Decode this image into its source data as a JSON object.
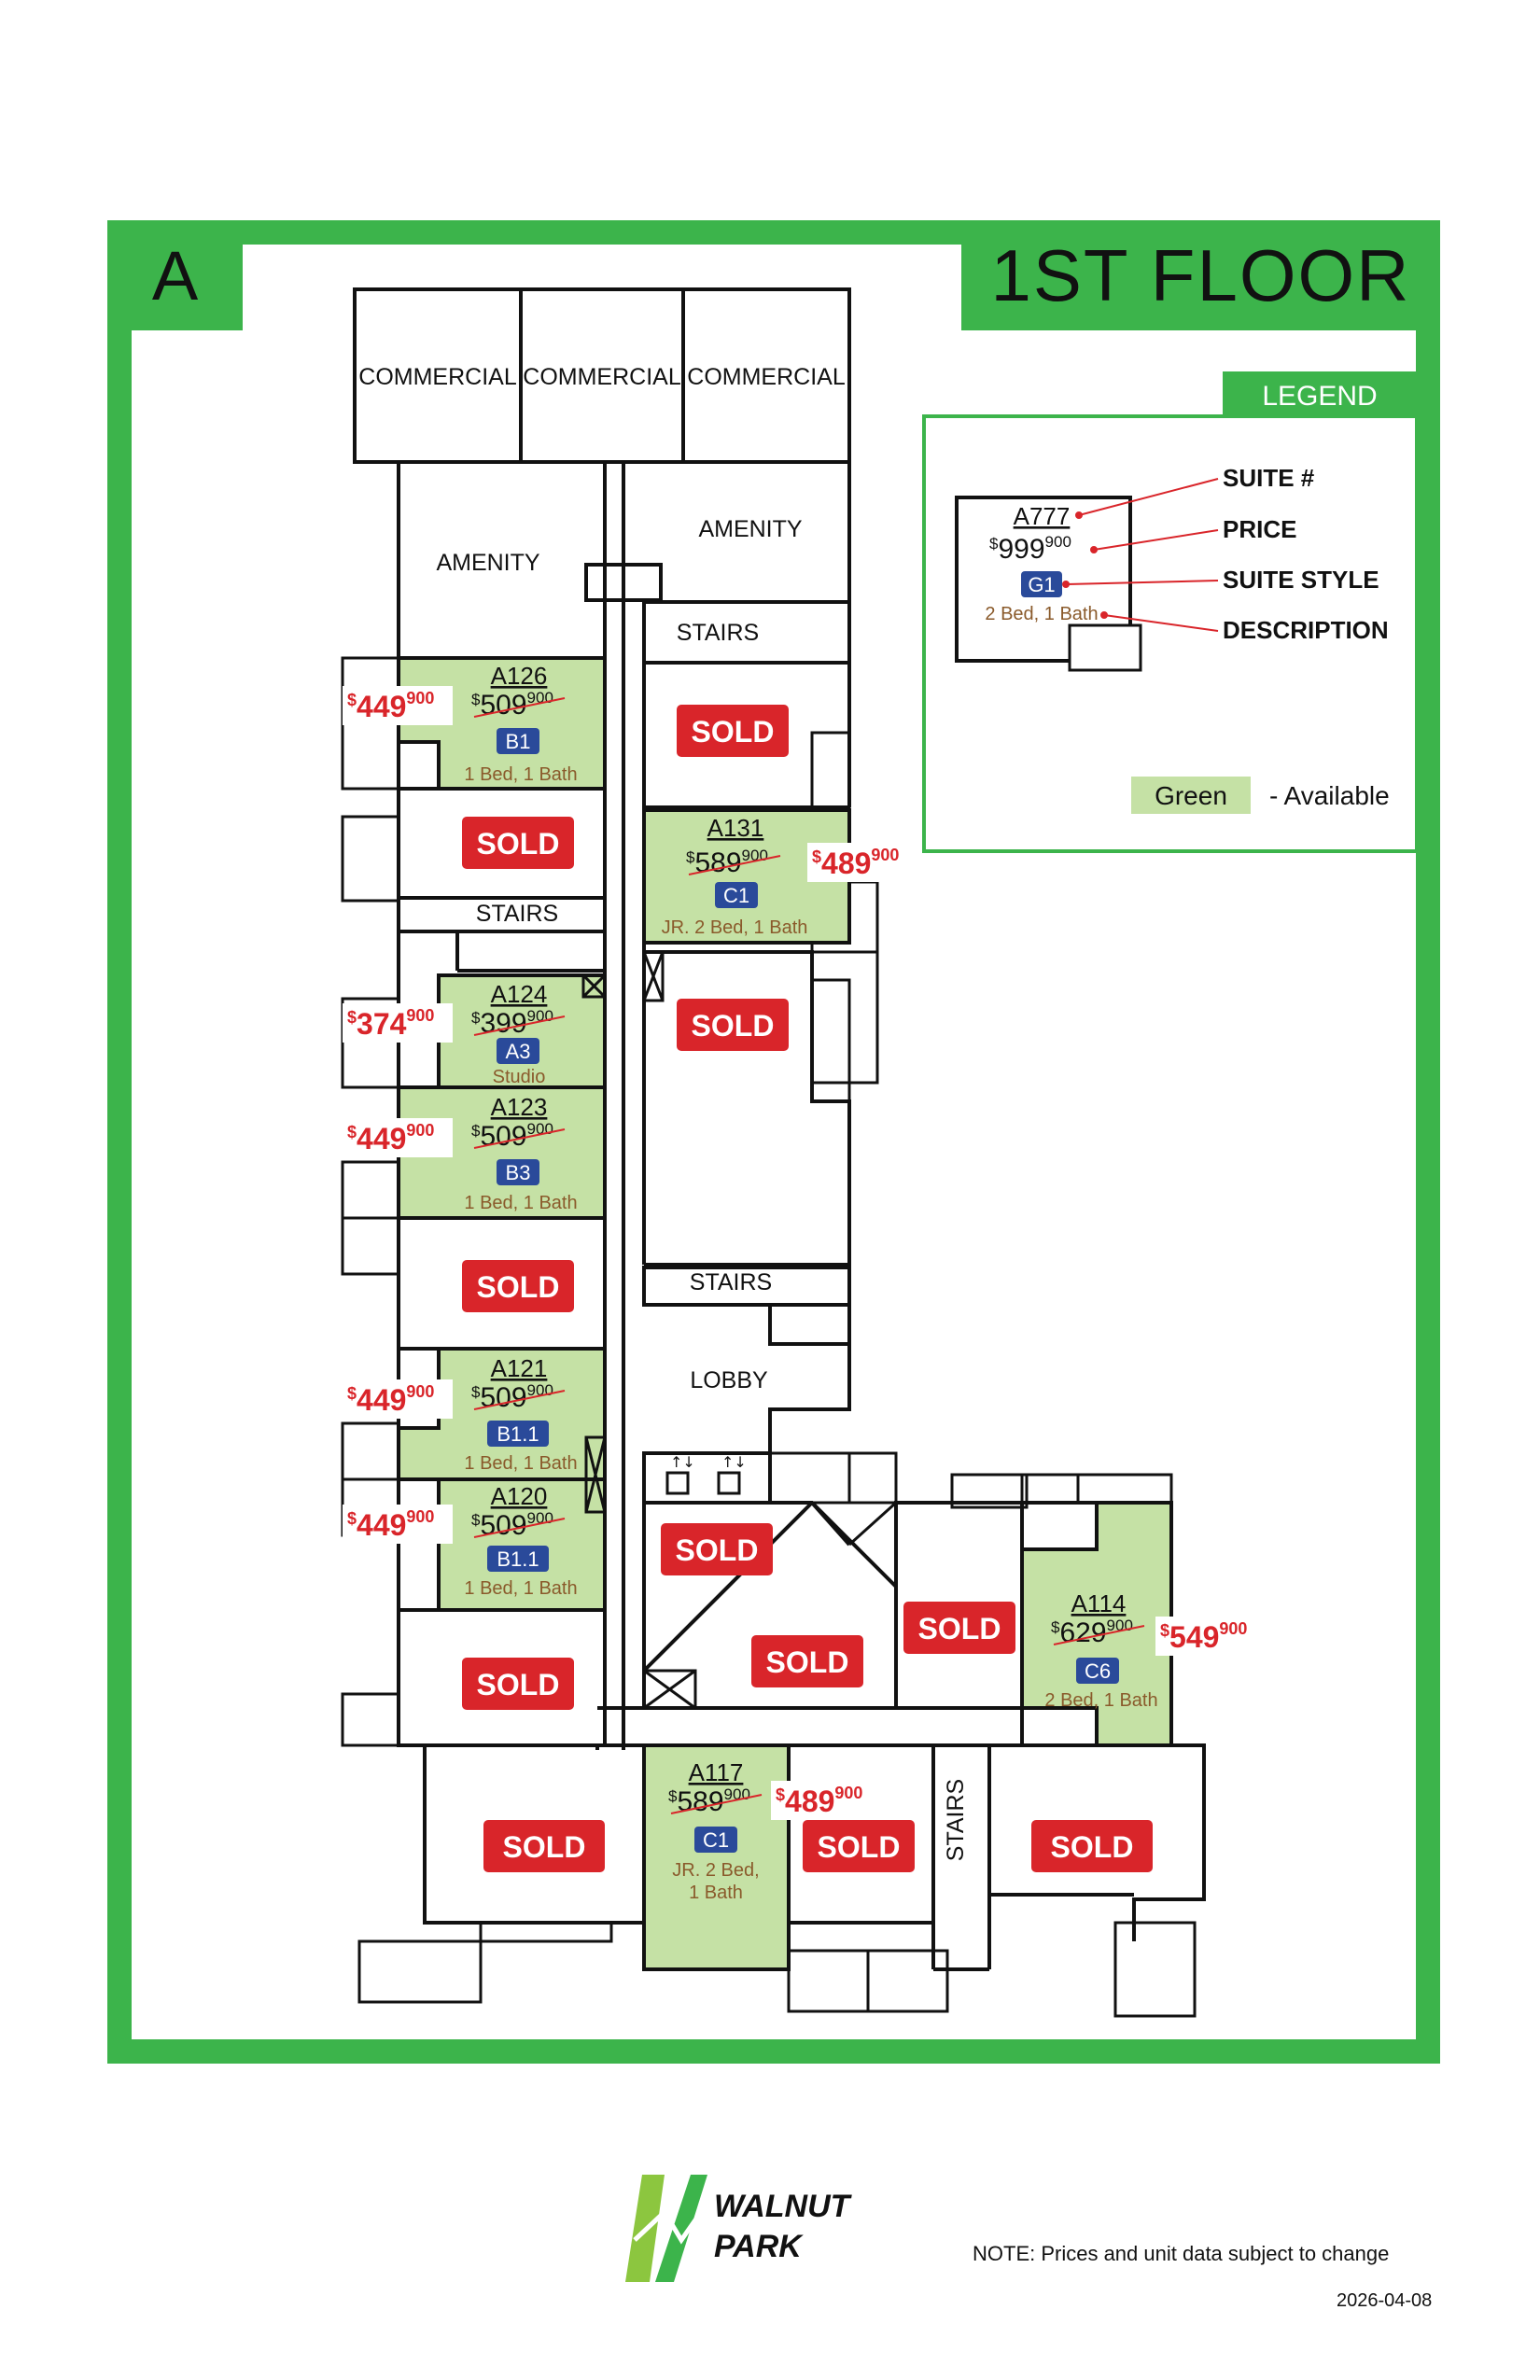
{
  "header": {
    "block_letter": "A",
    "floor_title": "1ST FLOOR"
  },
  "legend": {
    "title": "LEGEND",
    "sample": {
      "suite": "A777",
      "price_main": "999",
      "price_sup": "900",
      "style": "G1",
      "description": "2 Bed, 1 Bath"
    },
    "labels": [
      "SUITE #",
      "PRICE",
      "SUITE STYLE",
      "DESCRIPTION"
    ],
    "available_swatch": "Green",
    "available_text": "- Available"
  },
  "colors": {
    "brand_green": "#3cb44b",
    "available_fill": "#c5e1a5",
    "sold_red": "#d9252a",
    "style_blue": "#2a4a9a",
    "description_brown": "#8a5a2b"
  },
  "rooms": {
    "commercial": [
      "COMMERCIAL",
      "COMMERCIAL",
      "COMMERCIAL"
    ],
    "amenity": [
      "AMENITY",
      "AMENITY"
    ],
    "stairs": [
      "STAIRS",
      "STAIRS",
      "STAIRS",
      "STAIRS"
    ],
    "lobby": "LOBBY",
    "sold_label": "SOLD"
  },
  "suites": [
    {
      "suite": "A126",
      "old_price": "509",
      "old_sup": "900",
      "new_price": "449",
      "new_sup": "900",
      "style": "B1",
      "description": "1 Bed, 1 Bath"
    },
    {
      "suite": "A131",
      "old_price": "589",
      "old_sup": "900",
      "new_price": "489",
      "new_sup": "900",
      "style": "C1",
      "description": "JR. 2 Bed, 1 Bath"
    },
    {
      "suite": "A124",
      "old_price": "399",
      "old_sup": "900",
      "new_price": "374",
      "new_sup": "900",
      "style": "A3",
      "description": "Studio"
    },
    {
      "suite": "A123",
      "old_price": "509",
      "old_sup": "900",
      "new_price": "449",
      "new_sup": "900",
      "style": "B3",
      "description": "1 Bed, 1 Bath"
    },
    {
      "suite": "A121",
      "old_price": "509",
      "old_sup": "900",
      "new_price": "449",
      "new_sup": "900",
      "style": "B1.1",
      "description": "1 Bed, 1 Bath"
    },
    {
      "suite": "A120",
      "old_price": "509",
      "old_sup": "900",
      "new_price": "449",
      "new_sup": "900",
      "style": "B1.1",
      "description": "1 Bed, 1 Bath"
    },
    {
      "suite": "A114",
      "old_price": "629",
      "old_sup": "900",
      "new_price": "549",
      "new_sup": "900",
      "style": "C6",
      "description": "2 Bed, 1 Bath"
    },
    {
      "suite": "A117",
      "old_price": "589",
      "old_sup": "900",
      "new_price": "489",
      "new_sup": "900",
      "style": "C1",
      "description_line1": "JR. 2 Bed,",
      "description_line2": "1 Bath"
    }
  ],
  "footer": {
    "logo_line1": "WALNUT",
    "logo_line2": "PARK",
    "note": "NOTE: Prices and unit data subject to change",
    "date": "2026-04-08"
  }
}
